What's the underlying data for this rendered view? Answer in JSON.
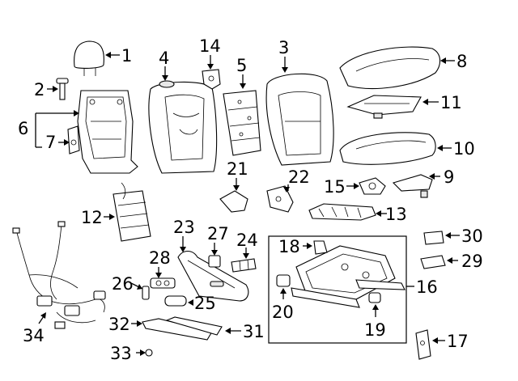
{
  "callouts": {
    "c1": "1",
    "c2": "2",
    "c3": "3",
    "c4": "4",
    "c5": "5",
    "c6": "6",
    "c7": "7",
    "c8": "8",
    "c9": "9",
    "c10": "10",
    "c11": "11",
    "c12": "12",
    "c13": "13",
    "c14": "14",
    "c15": "15",
    "c16": "16",
    "c17": "17",
    "c18": "18",
    "c19": "19",
    "c20": "20",
    "c21": "21",
    "c22": "22",
    "c23": "23",
    "c24": "24",
    "c25": "25",
    "c26": "26",
    "c27": "27",
    "c28": "28",
    "c29": "29",
    "c30": "30",
    "c31": "31",
    "c32": "32",
    "c33": "33",
    "c34": "34"
  },
  "colors": {
    "line": "#000000",
    "background": "#ffffff",
    "shade": "#e8e8e8"
  }
}
